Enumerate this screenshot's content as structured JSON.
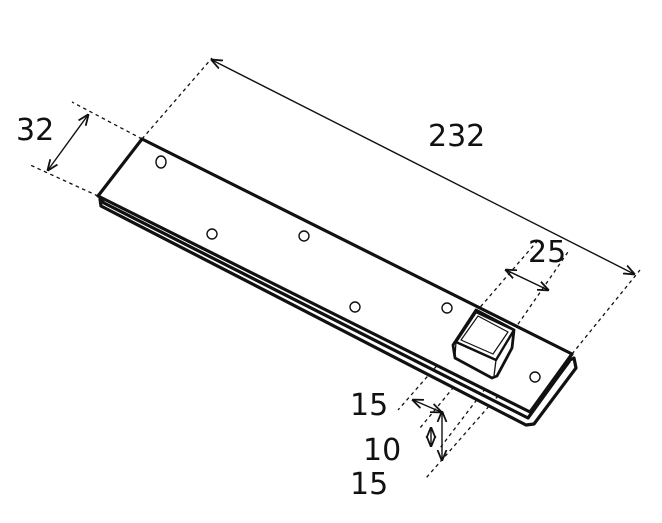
{
  "dimensions": {
    "overall_length": "232",
    "width": "32",
    "block_width": "25",
    "offset_a": "15",
    "offset_b": "10",
    "offset_c": "15"
  },
  "colors": {
    "line": "#111111",
    "background": "#ffffff"
  },
  "parts": {
    "holes": 6,
    "block": "square-block-icon"
  }
}
